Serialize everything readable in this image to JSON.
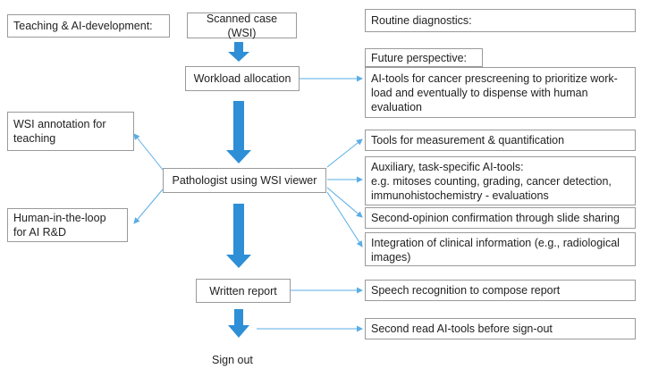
{
  "headings": {
    "teaching": "Teaching & AI-development:",
    "routine": "Routine diagnostics:"
  },
  "flow": {
    "scanned_case": "Scanned case (WSI)",
    "workload_allocation": "Workload allocation",
    "pathologist": "Pathologist using WSI viewer",
    "written_report": "Written report",
    "sign_out": "Sign out"
  },
  "left": {
    "annotation": [
      "WSI annotation for",
      "teaching"
    ],
    "human_in_loop": [
      "Human-in-the-loop",
      "for AI R&D"
    ]
  },
  "right": {
    "future_title": "Future perspective:",
    "future_body": [
      "AI-tools for cancer prescreening to prioritize work-",
      "load and eventually to dispense with human",
      "evaluation"
    ],
    "measurement": "Tools for measurement & quantification",
    "auxiliary": [
      "Auxiliary, task-specific AI-tools:",
      "e.g. mitoses counting, grading, cancer detection,",
      "immunohistochemistry - evaluations"
    ],
    "second_opinion": "Second-opinion confirmation through slide sharing",
    "clinical": [
      "Integration of clinical information (e.g., radiological",
      "images)"
    ],
    "speech": "Speech recognition to compose report",
    "second_read": "Second read AI-tools before sign-out"
  },
  "colors": {
    "flow_arrow": "#2e8fd6",
    "connector": "#5aaee6",
    "border": "#9a9a9a"
  }
}
